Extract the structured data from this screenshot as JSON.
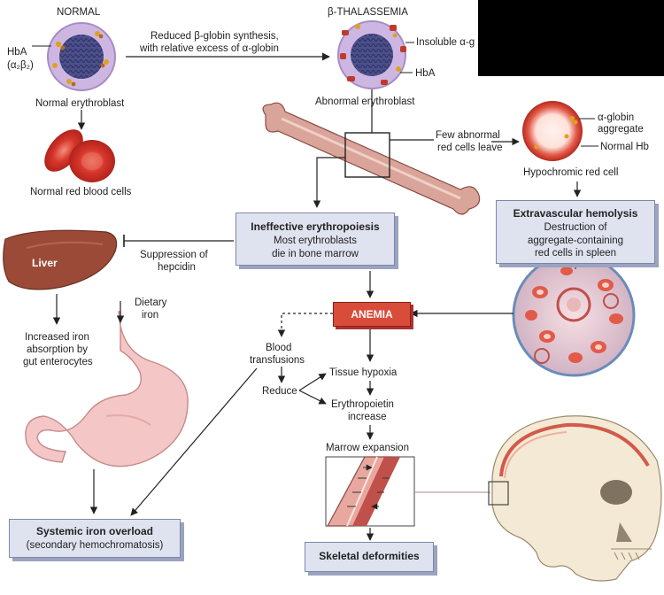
{
  "top_left": {
    "normal_title": "NORMAL",
    "hba_label": "HbA",
    "hba_formula": "(α₂β₂)",
    "normal_erythroblast": "Normal erythroblast",
    "normal_rbc": "Normal red blood cells"
  },
  "top_arrow_text": {
    "line1": "Reduced β-globin synthesis,",
    "line2": "with relative excess of α-globin"
  },
  "top_right": {
    "thal_title": "β-THALASSEMIA",
    "insoluble_label": "Insoluble α-g",
    "hba_label": "HbA",
    "abnormal_erythroblast": "Abnormal erythroblast"
  },
  "few_abnormal": {
    "line1": "Few abnormal",
    "line2": "red cells leave"
  },
  "hypochromic": {
    "globin_line1": "α-globin",
    "globin_line2": "aggregate",
    "normal_hb": "Normal Hb",
    "caption": "Hypochromic red cell"
  },
  "extravascular_box": {
    "title": "Extravascular hemolysis",
    "line1": "Destruction of",
    "line2": "aggregate-containing",
    "line3": "red cells in spleen"
  },
  "ineffective_box": {
    "title": "Ineffective erythropoiesis",
    "line1": "Most erythroblasts",
    "line2": "die in bone marrow"
  },
  "liver": {
    "label": "Liver",
    "suppression_line1": "Suppression of",
    "suppression_line2": "hepcidin",
    "absorption_line1": "Increased iron",
    "absorption_line2": "absorption by",
    "absorption_line3": "gut enterocytes"
  },
  "dietary_iron": {
    "line1": "Dietary",
    "line2": "iron"
  },
  "anemia_label": "ANEMIA",
  "transfusion": {
    "line1": "Blood",
    "line2": "transfusions",
    "reduce": "Reduce"
  },
  "cascade": {
    "hypoxia": "Tissue hypoxia",
    "epo_line1": "Erythropoietin",
    "epo_line2": "increase",
    "marrow": "Marrow expansion"
  },
  "iron_overload_box": {
    "title": "Systemic iron overload",
    "subtitle": "(secondary hemochromatosis)"
  },
  "skeletal_box": {
    "title": "Skeletal deformities"
  },
  "colors": {
    "box_fill": "#dfe3ef",
    "box_border": "#7e87a6",
    "anemia": "#d94c3a",
    "rbc": "#d8352a",
    "liver": "#9b4a38",
    "stomach": "#f3c4c4",
    "erythroblast": "#c6b3d9"
  }
}
